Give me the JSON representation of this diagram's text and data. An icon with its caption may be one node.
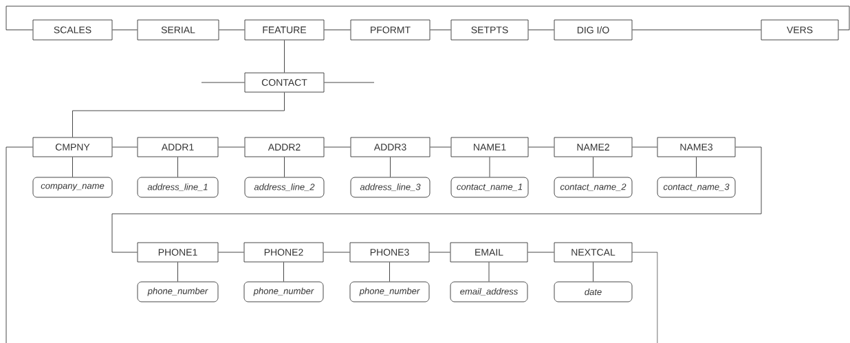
{
  "diagram": {
    "nodes": [
      {
        "text": [
          "SCALES"
        ]
      },
      {
        "text": [
          "SERIAL"
        ]
      },
      {
        "text": [
          "FEATURE"
        ]
      },
      {
        "text": [
          "PFORMT"
        ]
      },
      {
        "text": [
          "SETPTS"
        ]
      },
      {
        "text": [
          "DIG I/O"
        ]
      },
      {
        "text": [
          "VERS"
        ]
      },
      {
        "text": [
          "CONTACT"
        ]
      },
      {
        "text": [
          "CMPNY"
        ]
      },
      {
        "text": [
          "ADDR1"
        ]
      },
      {
        "text": [
          "ADDR2"
        ]
      },
      {
        "text": [
          "ADDR3"
        ]
      },
      {
        "text": [
          "NAME1"
        ]
      },
      {
        "text": [
          "NAME2"
        ]
      },
      {
        "text": [
          "NAME3"
        ]
      },
      {
        "text": [
          "company_name"
        ]
      },
      {
        "text": [
          "address_line_1"
        ]
      },
      {
        "text": [
          "address_line_2"
        ]
      },
      {
        "text": [
          "address_line_3"
        ]
      },
      {
        "text": [
          "contact_name_1"
        ]
      },
      {
        "text": [
          "contact_name_2"
        ]
      },
      {
        "text": [
          "contact_name_3"
        ]
      },
      {
        "text": [
          "PHONE1"
        ]
      },
      {
        "text": [
          "PHONE2"
        ]
      },
      {
        "text": [
          "PHONE3"
        ]
      },
      {
        "text": [
          "EMAIL"
        ]
      },
      {
        "text": [
          "NEXTCAL"
        ]
      },
      {
        "text": [
          "phone_number"
        ]
      },
      {
        "text": [
          "phone_number"
        ]
      },
      {
        "text": [
          "phone_number"
        ]
      },
      {
        "text": [
          "email_address"
        ]
      },
      {
        "text": [
          "date"
        ]
      }
    ],
    "edges": [
      {
        "from": 0,
        "to": 1,
        "arrow": "none"
      },
      {
        "from": 1,
        "to": 2,
        "arrow": "none"
      },
      {
        "from": 2,
        "to": 3,
        "arrow": "none"
      },
      {
        "from": 3,
        "to": 4,
        "arrow": "none"
      },
      {
        "from": 4,
        "to": 5,
        "arrow": "none"
      },
      {
        "from": 5,
        "to": 6,
        "arrow": "none"
      },
      {
        "from": 6,
        "to": 0,
        "arrow": "none"
      },
      {
        "from": 2,
        "to": 7,
        "arrow": "none"
      },
      {
        "from": null,
        "to": 7,
        "arrow": "none"
      },
      {
        "from": 7,
        "to": null,
        "arrow": "none"
      },
      {
        "from": 7,
        "to": 8,
        "arrow": "none"
      },
      {
        "from": 8,
        "to": 9,
        "arrow": "none"
      },
      {
        "from": 9,
        "to": 10,
        "arrow": "none"
      },
      {
        "from": 10,
        "to": 11,
        "arrow": "none"
      },
      {
        "from": 11,
        "to": 12,
        "arrow": "none"
      },
      {
        "from": 12,
        "to": 13,
        "arrow": "none"
      },
      {
        "from": 13,
        "to": 14,
        "arrow": "none"
      },
      {
        "from": 8,
        "to": 15,
        "arrow": "none"
      },
      {
        "from": 9,
        "to": 16,
        "arrow": "none"
      },
      {
        "from": 10,
        "to": 17,
        "arrow": "none"
      },
      {
        "from": 11,
        "to": 18,
        "arrow": "none"
      },
      {
        "from": 12,
        "to": 19,
        "arrow": "none"
      },
      {
        "from": 13,
        "to": 20,
        "arrow": "none"
      },
      {
        "from": 14,
        "to": 21,
        "arrow": "none"
      },
      {
        "from": 14,
        "to": 22,
        "arrow": "none"
      },
      {
        "from": 22,
        "to": 23,
        "arrow": "none"
      },
      {
        "from": 23,
        "to": 24,
        "arrow": "none"
      },
      {
        "from": 24,
        "to": 25,
        "arrow": "none"
      },
      {
        "from": 25,
        "to": 26,
        "arrow": "none"
      },
      {
        "from": 22,
        "to": 27,
        "arrow": "none"
      },
      {
        "from": 23,
        "to": 28,
        "arrow": "none"
      },
      {
        "from": 24,
        "to": 29,
        "arrow": "none"
      },
      {
        "from": 25,
        "to": 30,
        "arrow": "none"
      },
      {
        "from": 26,
        "to": 31,
        "arrow": "none"
      },
      {
        "from": 26,
        "to": null,
        "arrow": "none"
      },
      {
        "from": null,
        "to": 8,
        "arrow": "none"
      }
    ]
  }
}
